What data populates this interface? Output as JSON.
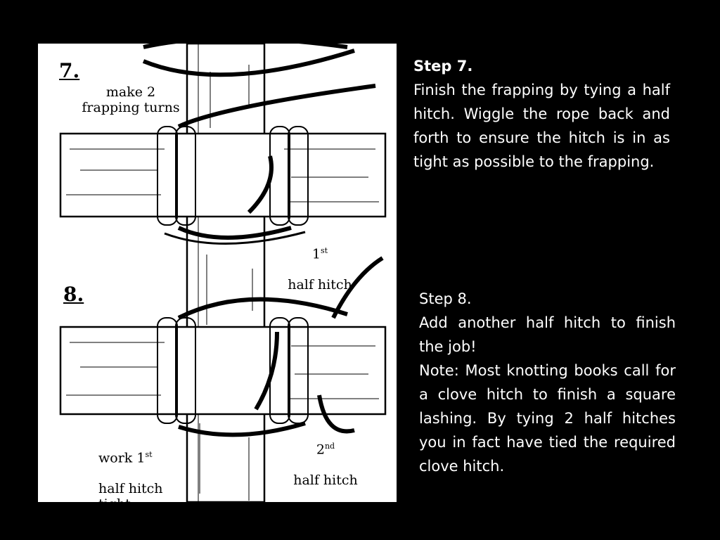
{
  "illustration": {
    "step7_number": "7.",
    "step8_number": "8.",
    "label_make": "make 2\nfrapping turns",
    "label_first_num": "1",
    "label_first_sup": "st",
    "label_first_text": "half hitch",
    "label_work_a": "work 1",
    "label_work_sup": "st",
    "label_work_b": "half hitch\ntight",
    "label_second_num": "2",
    "label_second_sup": "nd",
    "label_second_text": "half hitch"
  },
  "step7": {
    "heading": "Step 7.",
    "body": "Finish the frapping by tying a half hitch. Wiggle the rope back and forth to ensure the hitch is in as tight as possible to the frapping."
  },
  "step8": {
    "heading": "Step 8.",
    "body": "Add another half hitch to finish the job!",
    "note": "Note: Most knotting books call for a clove hitch to finish a square lashing. By tying 2 half hitches you in fact have tied the required clove hitch."
  }
}
